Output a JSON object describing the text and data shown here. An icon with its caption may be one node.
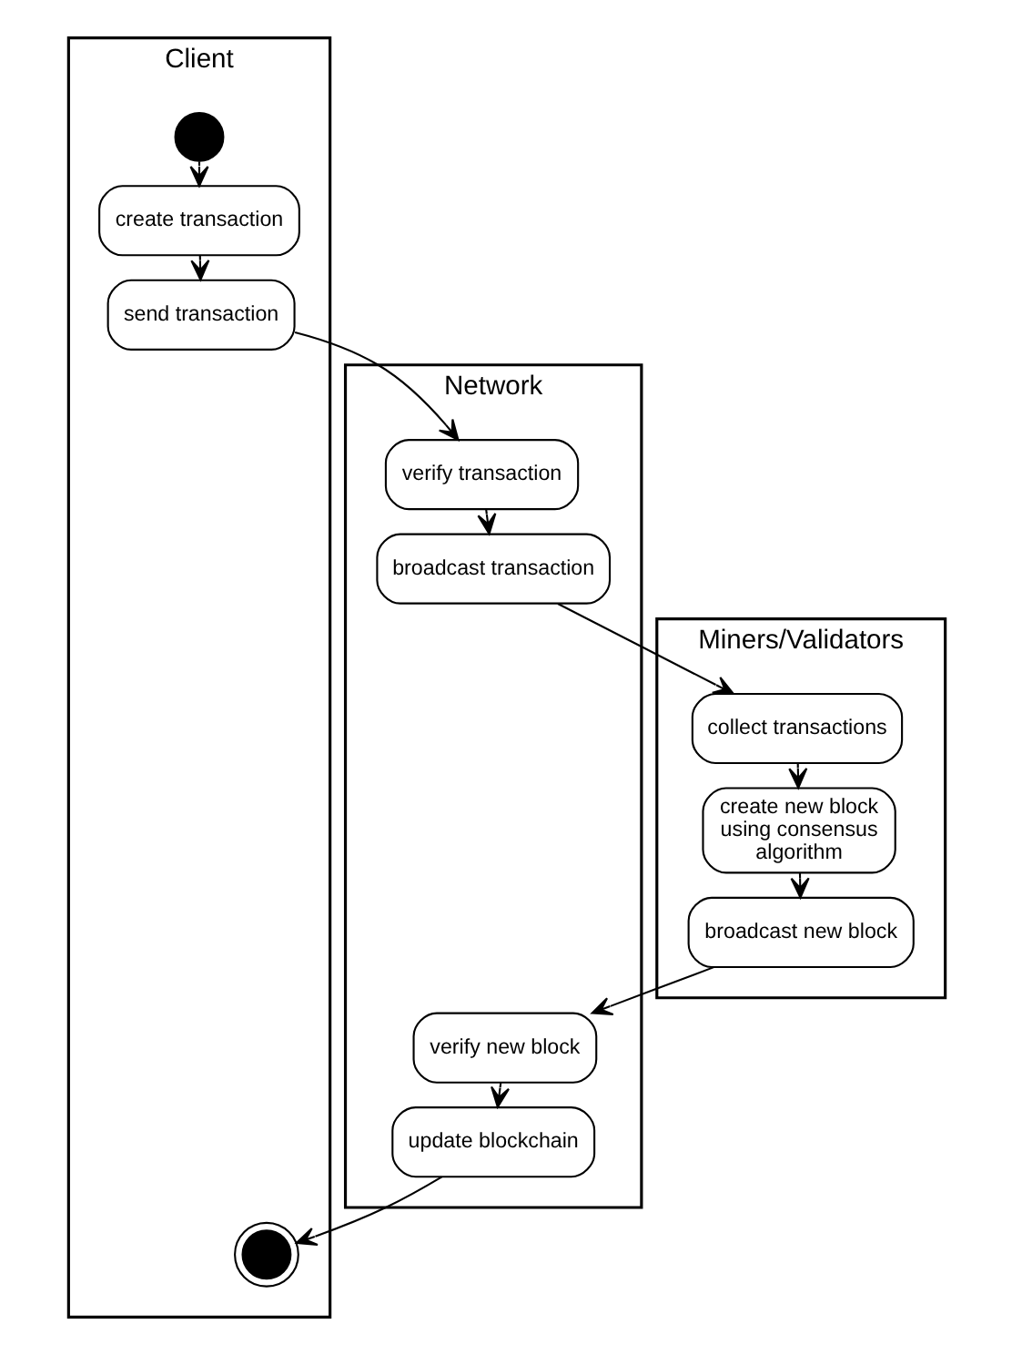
{
  "diagram": {
    "nodes": [
      {
        "text": [
          "Client"
        ]
      },
      {
        "text": [
          "Network"
        ]
      },
      {
        "text": [
          "Miners/Validators"
        ]
      },
      {
        "text": [],
        "shape": "circle",
        "in": 0
      },
      {
        "text": [
          "create transaction"
        ],
        "in": 0
      },
      {
        "text": [
          "send transaction"
        ],
        "in": 0
      },
      {
        "text": [
          "verify transaction"
        ],
        "in": 1
      },
      {
        "text": [
          "broadcast transaction"
        ],
        "in": 1
      },
      {
        "text": [
          "collect transactions"
        ],
        "in": 2
      },
      {
        "text": [
          "create new block using consensus algorithm"
        ],
        "in": 2
      },
      {
        "text": [
          "broadcast new block"
        ],
        "in": 2
      },
      {
        "text": [
          "verify new block"
        ],
        "in": 1
      },
      {
        "text": [
          "update blockchain"
        ],
        "in": 1
      },
      {
        "text": [],
        "shape": "circle",
        "in": 0
      }
    ],
    "edges": [
      {
        "from": 3,
        "to": 4,
        "arrow": "to"
      },
      {
        "from": 4,
        "to": 5,
        "arrow": "to"
      },
      {
        "from": 5,
        "to": 6,
        "arrow": "to"
      },
      {
        "from": 6,
        "to": 7,
        "arrow": "to"
      },
      {
        "from": 7,
        "to": 8,
        "arrow": "to"
      },
      {
        "from": 8,
        "to": 9,
        "arrow": "to"
      },
      {
        "from": 9,
        "to": 10,
        "arrow": "to"
      },
      {
        "from": 10,
        "to": 11,
        "arrow": "to"
      },
      {
        "from": 11,
        "to": 12,
        "arrow": "to"
      },
      {
        "from": 12,
        "to": 13,
        "arrow": "to"
      }
    ]
  }
}
